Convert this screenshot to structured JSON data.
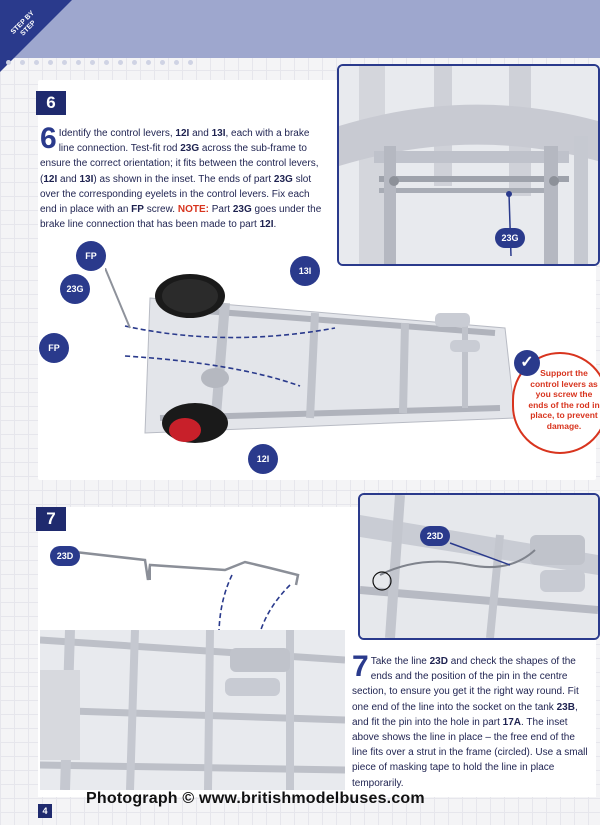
{
  "header": {
    "corner_label": "STEP BY STEP",
    "page_number": "4"
  },
  "step6": {
    "number": "6",
    "dropcap": "6",
    "text_parts": {
      "p1": "Identify the control levers, ",
      "b1": "12I",
      "p2": " and ",
      "b2": "13I",
      "p3": ", each with a brake line connection. Test-fit rod ",
      "b3": "23G",
      "p4": " across the sub-frame to ensure the correct orientation; it fits between the control levers, (",
      "b4": "12I",
      "p5": " and ",
      "b5": "13I",
      "p6": ") as shown in the inset. The ends of part ",
      "b6": "23G",
      "p7": " slot over the corresponding eyelets in the control levers. Fix each end in place with an ",
      "b7": "FP",
      "p8": " screw. ",
      "note": "NOTE:",
      "p9": " Part ",
      "b8": "23G",
      "p10": " goes under the brake line connection that has been made to part ",
      "b9": "12I",
      "p11": "."
    },
    "labels": {
      "inset_23g": "23G",
      "fp_top": "FP",
      "g23": "23G",
      "fp_bottom": "FP",
      "l13": "13I",
      "l12": "12I"
    },
    "support_note": "Support the control levers as you screw the ends of the rod in place, to prevent damage."
  },
  "step7": {
    "number": "7",
    "dropcap": "7",
    "text_parts": {
      "p1": "Take the line ",
      "b1": "23D",
      "p2": " and check the shapes of the ends and the position of the pin in the centre section, to ensure you get it the right way round. Fit one end of the line into the socket on the tank ",
      "b2": "23B",
      "p3": ", and fit the pin into the hole in part ",
      "b3": "17A",
      "p4": ". The inset above shows the line in place – the free end of the line fits over a strut in the frame (circled). Use a small piece of masking tape to hold the line in place temporarily."
    },
    "labels": {
      "line_23d": "23D",
      "inset_23d": "23D"
    }
  },
  "footer": {
    "watermark": "Photograph © www.britishmodelbuses.com"
  },
  "colors": {
    "navy": "#2a3a8c",
    "accent_red": "#d8341e",
    "banner": "#9ea7ce"
  }
}
